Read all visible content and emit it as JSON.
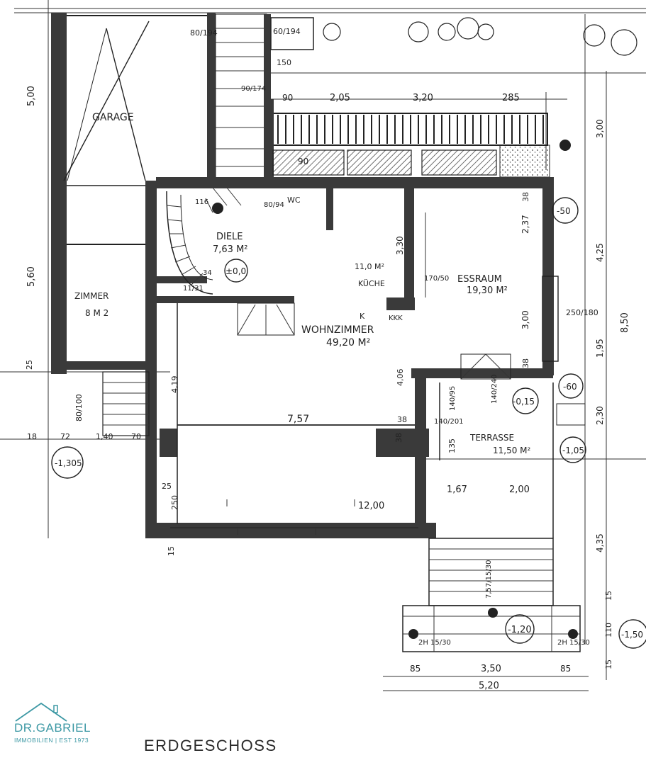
{
  "floor_title": "ERDGESCHOSS",
  "logo": {
    "brand": "DR.GABRIEL",
    "tagline": "IMMOBILIEN | EST 1973",
    "color": "#3c98a4"
  },
  "rooms": {
    "garage": "GARAGE",
    "zimmer": "ZIMMER",
    "zimmer_area": "8 M 2",
    "diele": "DIELE",
    "diele_area": "7,63 M²",
    "wc": "WC",
    "kueche_area": "11,0 M²",
    "kueche": "KÜCHE",
    "essraum": "ESSRAUM",
    "essraum_area": "19,30 M²",
    "wohnzimmer": "WOHNZIMMER",
    "wohnzimmer_area": "49,20 M²",
    "terrasse": "TERRASSE",
    "terrasse_area": "11,50 M²"
  },
  "levels": {
    "diele": "±0,0",
    "essraum": "-50",
    "terrasse_door": "-0,15",
    "right_side": "-60",
    "terrasse": "-1,05",
    "left_bottom": "-1,305",
    "stairs": "-1,20",
    "edge_right": "-1,50"
  },
  "dimensions": {
    "top_80_194": "80/194",
    "top_60_194": "60/194",
    "top_150": "150",
    "d_90_174": "90/174",
    "d_90": "90",
    "d_205": "2,05",
    "d_320": "3,20",
    "d_285": "285",
    "d_90_win": "90",
    "left_500": "5,00",
    "left_560": "5,60",
    "left_25": "25",
    "left_80_100": "80/100",
    "d_18": "18",
    "d_72": "72",
    "d_140": "1,40",
    "d_70": "70",
    "d_419": "4,19",
    "d_757": "7,57",
    "d_38a": "38",
    "d_406": "4,06",
    "d_38b": "38",
    "d_330": "3,30",
    "d_237": "2,37",
    "d_38c": "38",
    "d_300": "3,00",
    "d_250_180": "250/180",
    "d_38d": "38",
    "d_140_95": "140/95",
    "d_140_240": "140/240",
    "d_140_201": "140/201",
    "d_135": "135",
    "d_25": "25",
    "d_250": "250",
    "d_1200": "12,00",
    "d_167": "1,67",
    "d_200": "2,00",
    "d_15": "15",
    "r_300": "3,00",
    "r_425": "4,25",
    "r_850": "8,50",
    "r_195": "1,95",
    "r_230": "2,30",
    "r_435": "4,35",
    "r_15a": "15",
    "r_110": "110",
    "r_15b": "15",
    "stair_757_1530": "7,57/15/30",
    "stair_2_1530_l": "2H 15/30",
    "stair_2_1530_r": "2H 15/30",
    "b_85a": "85",
    "b_350": "3,50",
    "b_85b": "85",
    "b_520": "5,20",
    "k_label": "K",
    "kkk": "KKK",
    "t_170_50": "170/50",
    "diele_11_31": "11/31",
    "diele_34": "34",
    "d_116": "116",
    "d_80_94": "80/94"
  }
}
